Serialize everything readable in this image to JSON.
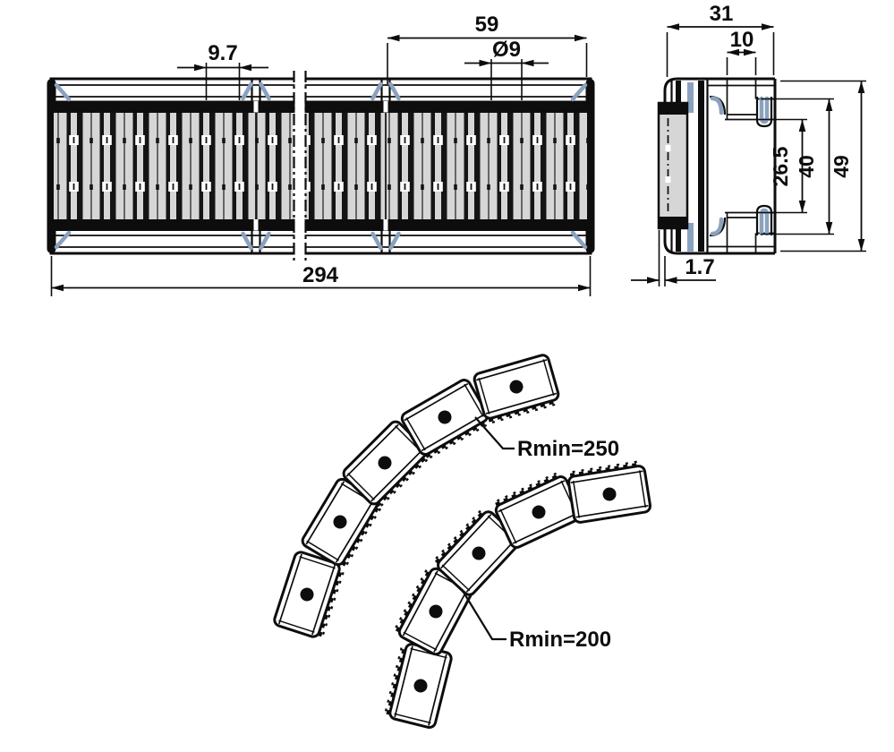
{
  "front_view": {
    "dim_pitch": "9.7",
    "dim_pin_diameter": "Ø9",
    "dim_link_section": "59",
    "dim_total_length": "294"
  },
  "side_view": {
    "dim_outer_width": "31",
    "dim_slot_width": "10",
    "dim_inner_height": "26.5",
    "dim_mid_height": "40",
    "dim_outer_height": "49",
    "dim_plate_thickness": "1.7"
  },
  "bend_radius": {
    "top_label": "Rmin=250",
    "bottom_label": "Rmin=200"
  },
  "colors": {
    "line": "#0d0d0d",
    "slat_fill": "#d6d6d6",
    "accent_blue": "#8aa2bf",
    "background": "#ffffff"
  }
}
